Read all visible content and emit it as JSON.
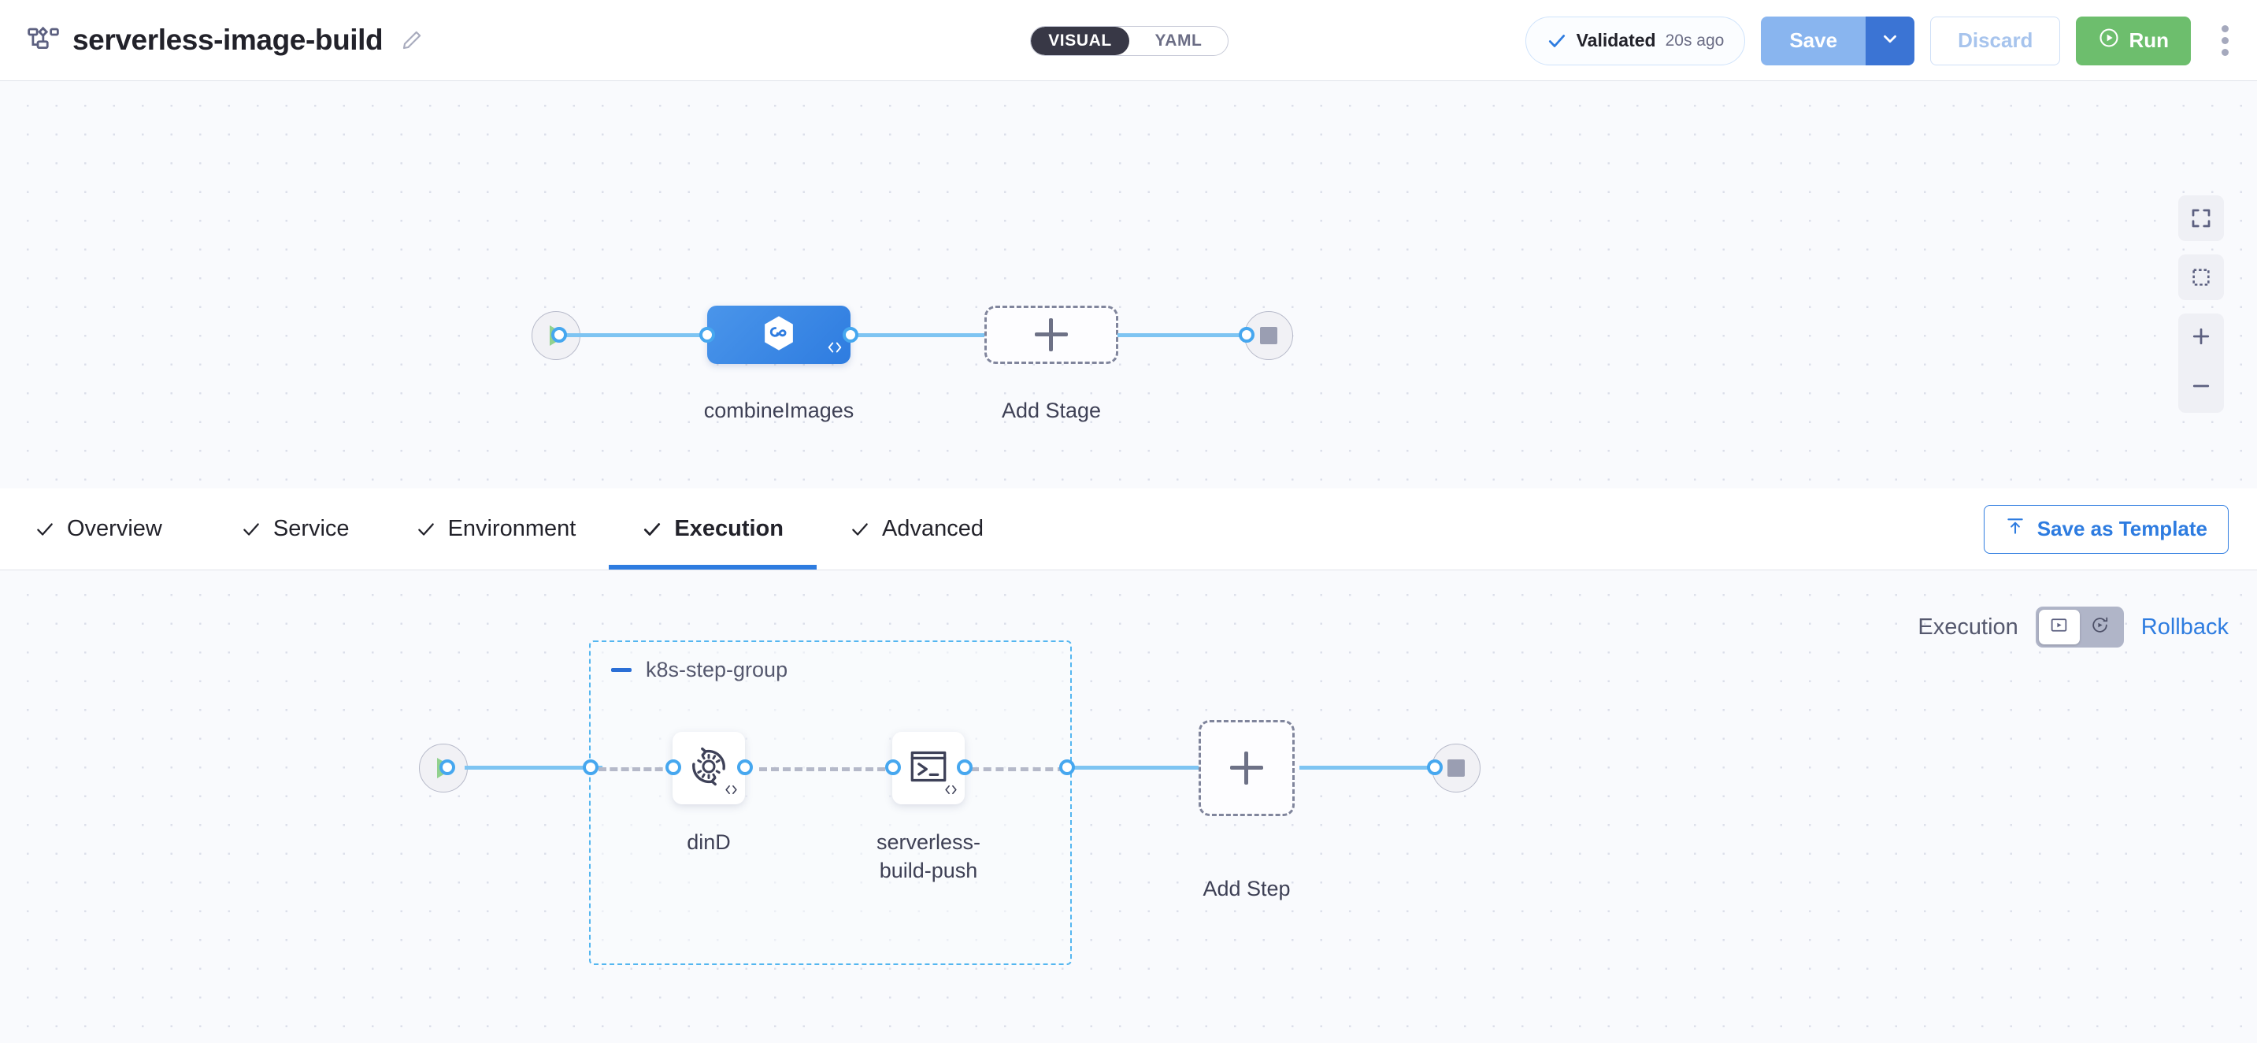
{
  "header": {
    "pipeline_icon": "pipeline-flow-icon",
    "title": "serverless-image-build",
    "edit_icon": "pencil-edit-icon",
    "view_toggle": {
      "options": [
        "VISUAL",
        "YAML"
      ],
      "selected": "VISUAL"
    },
    "validation": {
      "icon": "check-icon",
      "status": "Validated",
      "time": "20s ago"
    },
    "save_label": "Save",
    "save_caret_icon": "chevron-down-icon",
    "discard_label": "Discard",
    "run_label": "Run",
    "run_icon": "play-circle-icon",
    "more_icon": "kebab-menu-icon"
  },
  "colors": {
    "accent_blue": "#2e7ce0",
    "stage_blue": "#3b82e6",
    "edge_blue": "#7ec4f2",
    "run_green": "#6dbe6d",
    "group_border": "#54b6f0",
    "canvas_bg": "#f9fafd",
    "dark_toggle": "#383846"
  },
  "stage_canvas": {
    "start_node": {
      "name": "pipeline-start-node",
      "icon": "play-icon"
    },
    "end_node": {
      "name": "pipeline-end-node",
      "icon": "stop-icon"
    },
    "stages": [
      {
        "label": "combineImages",
        "icon": "harness-hexagon-icon",
        "badge": "code-badge"
      }
    ],
    "add_stage_label": "Add Stage",
    "add_stage_icon": "plus-icon",
    "controls": [
      {
        "name": "fit-to-screen-button",
        "icon": "fullscreen-icon"
      },
      {
        "name": "select-area-button",
        "icon": "dashed-square-icon"
      },
      {
        "name": "zoom-in-button",
        "icon": "plus-icon"
      },
      {
        "name": "zoom-out-button",
        "icon": "minus-icon"
      }
    ]
  },
  "tabbar": {
    "tabs": [
      {
        "label": "Overview",
        "icon": "check-icon",
        "active": false
      },
      {
        "label": "Service",
        "icon": "check-icon",
        "active": false
      },
      {
        "label": "Environment",
        "icon": "check-icon",
        "active": false
      },
      {
        "label": "Execution",
        "icon": "check-icon",
        "active": true
      },
      {
        "label": "Advanced",
        "icon": "check-icon",
        "active": false
      }
    ],
    "save_as_template_label": "Save as Template",
    "save_as_template_icon": "upload-template-icon"
  },
  "execution_panel": {
    "execution_label": "Execution",
    "rollback_label": "Rollback",
    "toggle": {
      "execution_icon": "execution-view-icon",
      "rollback_icon": "rollback-view-icon",
      "selected": "Execution"
    },
    "start_node": {
      "name": "step-start-node",
      "icon": "play-icon"
    },
    "end_node": {
      "name": "step-end-node",
      "icon": "stop-icon"
    },
    "step_group": {
      "title": "k8s-step-group",
      "collapse_icon": "minus-collapse-icon",
      "steps": [
        {
          "label": "dinD",
          "icon": "gear-rotate-icon",
          "badge": "code-badge"
        },
        {
          "label": "serverless-build-push",
          "icon": "terminal-icon",
          "badge": "code-badge"
        }
      ]
    },
    "add_step_label": "Add Step",
    "add_step_icon": "plus-icon"
  }
}
